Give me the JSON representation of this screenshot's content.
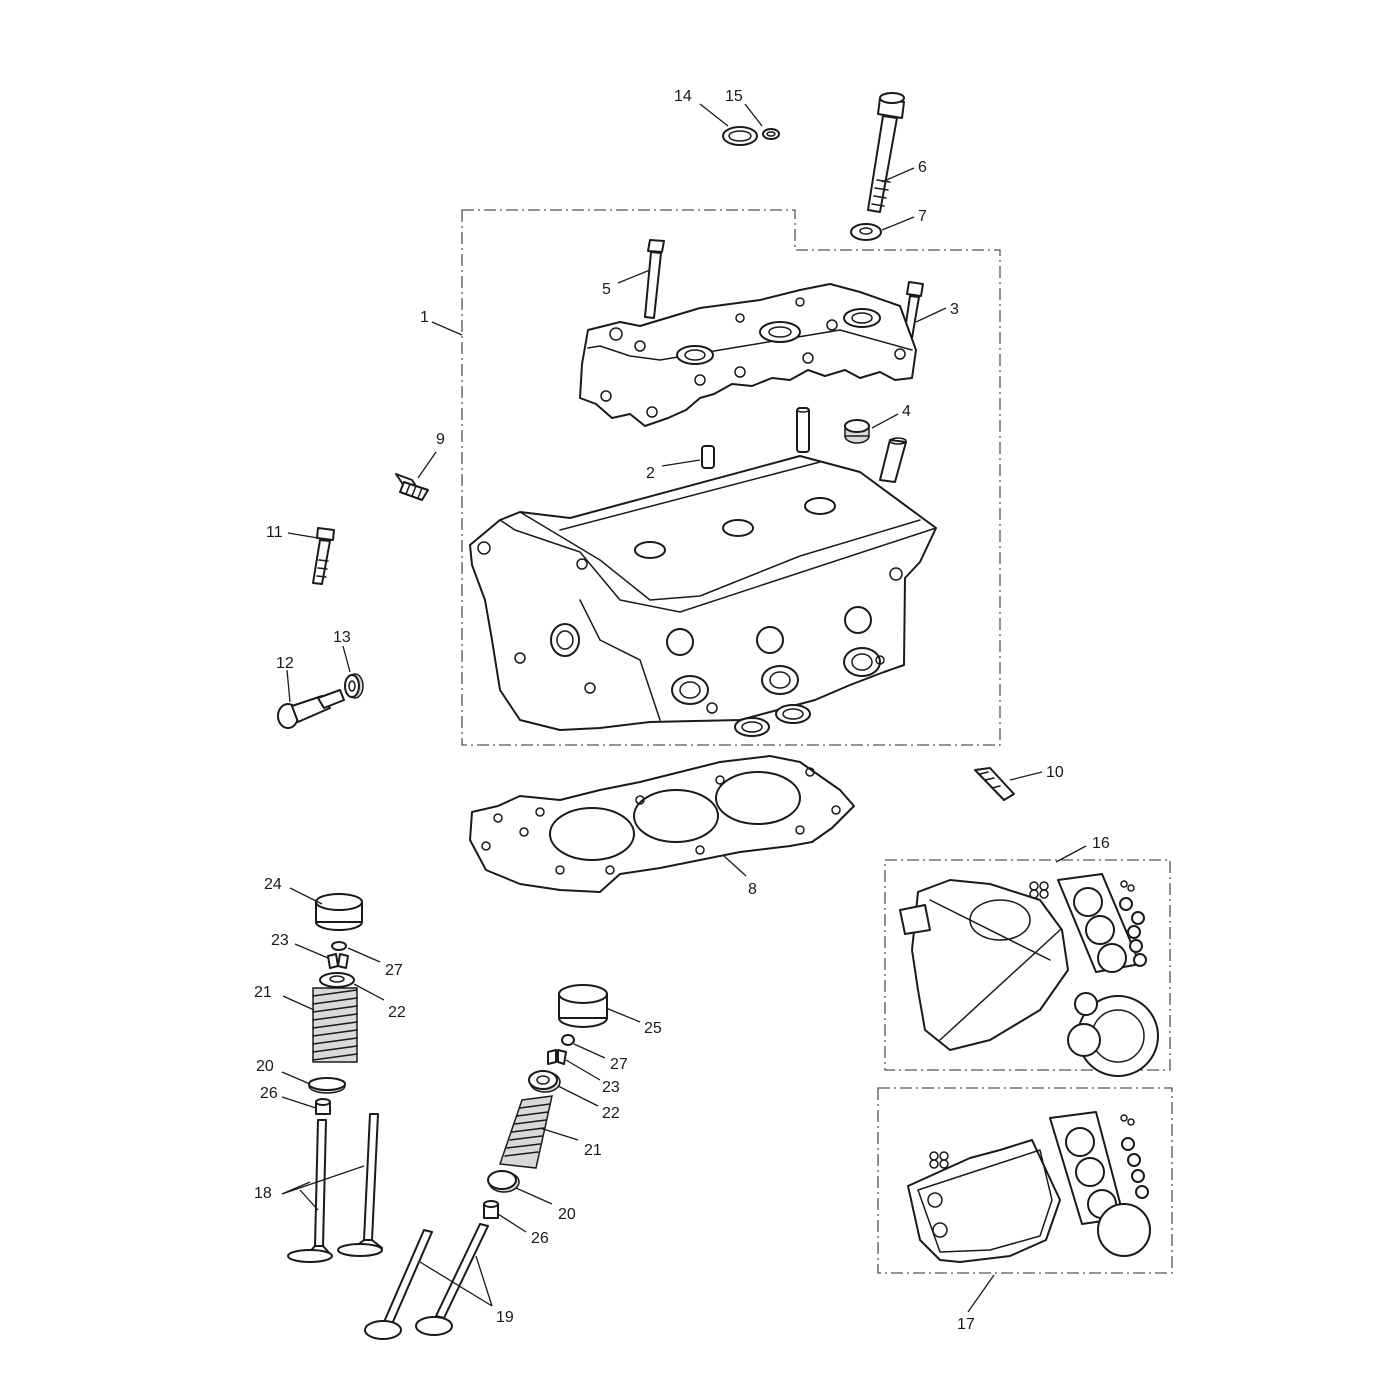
{
  "diagram": {
    "callouts": [
      "1",
      "2",
      "3",
      "4",
      "5",
      "6",
      "7",
      "8",
      "9",
      "10",
      "11",
      "12",
      "13",
      "14",
      "15",
      "16",
      "17",
      "18",
      "19",
      "20",
      "20",
      "21",
      "21",
      "22",
      "22",
      "23",
      "23",
      "24",
      "25",
      "26",
      "26",
      "27",
      "27"
    ]
  }
}
